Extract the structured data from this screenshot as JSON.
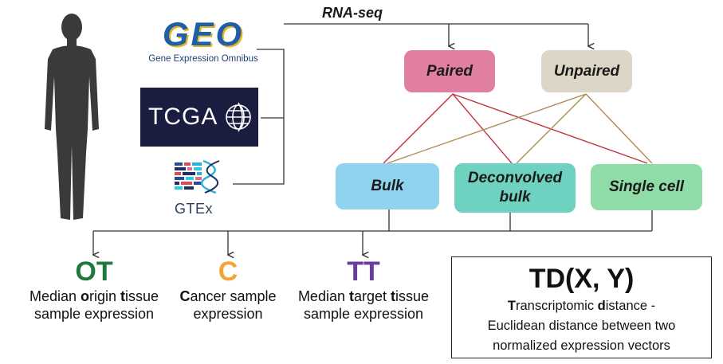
{
  "sources": {
    "geo": {
      "mark": "GEO",
      "subtitle": "Gene Expression Omnibus"
    },
    "tcga": {
      "mark": "TCGA"
    },
    "gtex": {
      "mark": "GTEx"
    }
  },
  "rna_seq_label": "RNA-seq",
  "pairing": {
    "paired": "Paired",
    "unpaired": "Unpaired"
  },
  "sample_types": {
    "bulk": "Bulk",
    "deconvolved_line1": "Deconvolved",
    "deconvolved_line2": "bulk",
    "single_cell": "Single cell"
  },
  "outputs": [
    {
      "abbr": "OT",
      "color": "#1e7a3c",
      "line1": [
        [
          "Median ",
          false
        ],
        [
          "o",
          true
        ],
        [
          "rigin ",
          false
        ],
        [
          "t",
          true
        ],
        [
          "issue",
          false
        ]
      ],
      "line2": "sample expression"
    },
    {
      "abbr": "C",
      "color": "#f2a33a",
      "line1": [
        [
          "C",
          true
        ],
        [
          "ancer sample",
          false
        ]
      ],
      "line2": "expression"
    },
    {
      "abbr": "TT",
      "color": "#6a3d9a",
      "line1": [
        [
          "Median ",
          false
        ],
        [
          "t",
          true
        ],
        [
          "arget ",
          false
        ],
        [
          "t",
          true
        ],
        [
          "issue",
          false
        ]
      ],
      "line2": "sample expression"
    }
  ],
  "distance": {
    "title": "TD(X, Y)",
    "line1": [
      [
        "T",
        true
      ],
      [
        "ranscriptomic ",
        false
      ],
      [
        "d",
        true
      ],
      [
        "istance -",
        false
      ]
    ],
    "line2": "Euclidean distance between two",
    "line3": "normalized expression vectors"
  },
  "colors": {
    "paired_box": "#e07fa2",
    "unpaired_box": "#ddd6c6",
    "bulk_box": "#8fd3ee",
    "deconvolved_box": "#6fd1c0",
    "single_cell_box": "#8fdca8",
    "paired_link": "#c0343f",
    "unpaired_link": "#b28a55",
    "geo_blue": "#1f5fa8",
    "geo_gold": "#e6b523",
    "tcga_bg": "#1a1d3f",
    "silhouette": "#3a3a3a"
  },
  "icons": [
    "human-silhouette-icon",
    "dna-globe-icon",
    "dna-helix-icon"
  ]
}
